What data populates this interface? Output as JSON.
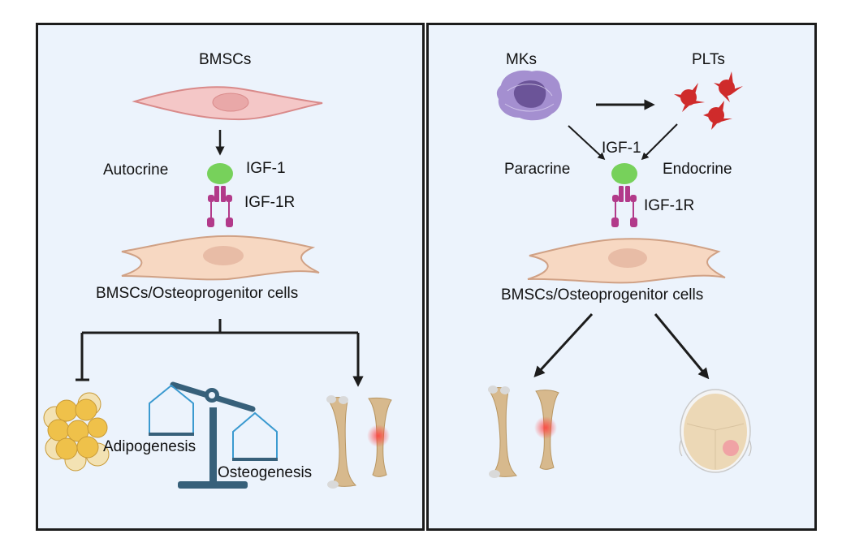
{
  "figure": {
    "left_panel": {
      "title": "BMSCs",
      "signaling_mode": "Autocrine",
      "ligand": "IGF-1",
      "receptor": "IGF-1R",
      "target_cells": "BMSCs/Osteoprogenitor cells",
      "balance_left": "Adipogenesis",
      "balance_right": "Osteogenesis",
      "inhibited_outcome": "adipocytes",
      "promoted_outcome": "bone (fracture healing)"
    },
    "right_panel": {
      "source_1": "MKs",
      "source_2": "PLTs",
      "ligand": "IGF-1",
      "mode_left": "Paracrine",
      "mode_right": "Endocrine",
      "receptor": "IGF-1R",
      "target_cells": "BMSCs/Osteoprogenitor cells",
      "outcome_1": "long bones (fracture repair)",
      "outcome_2": "skull (calvarial defect repair)"
    },
    "colors": {
      "panel_bg": "#ecf3fc",
      "border": "#1c1c1c",
      "ligand": "#77d15b",
      "receptor": "#b23a8a",
      "bmsc_cell": "#f4c7c7",
      "osteoprogenitor_cell": "#f7d8c2",
      "balance": "#37607a",
      "balance_pan": "#3b9ad0",
      "megakaryocyte": "#a48fd0",
      "platelet": "#cf2b2b",
      "bone": "#d7b98d",
      "adipocyte": "#efc14a"
    }
  }
}
